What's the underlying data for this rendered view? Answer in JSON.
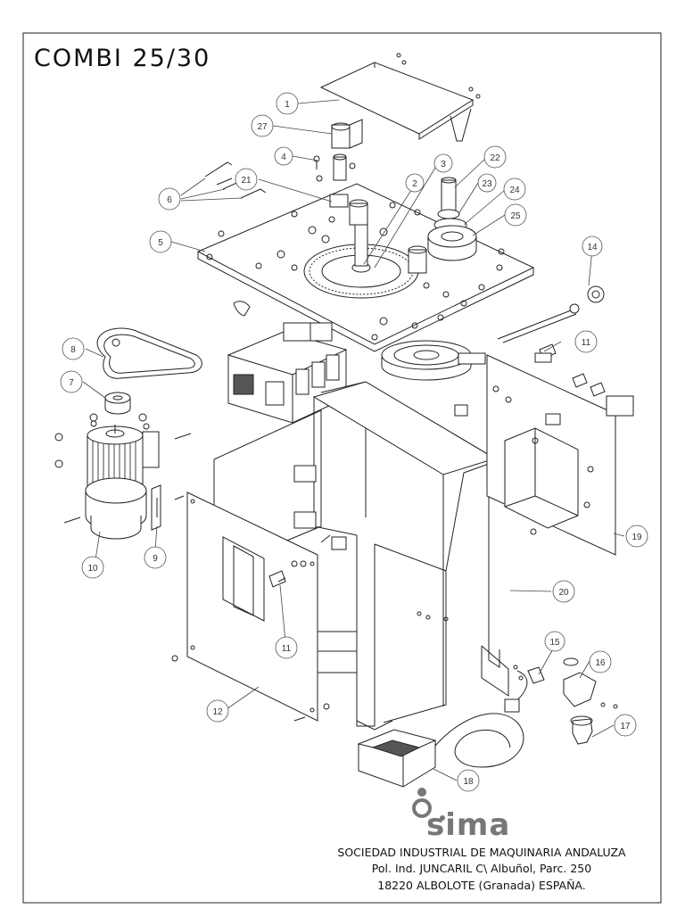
{
  "title": "COMBI 25/30",
  "brand": "sima",
  "company": {
    "name": "SOCIEDAD INDUSTRIAL DE MAQUINARIA ANDALUZA",
    "address1": "Pol. Ind. JUNCARIL C\\ Albuñol, Parc. 250",
    "address2": "18220 ALBOLOTE (Granada) ESPAÑA."
  },
  "parts": [
    "1",
    "2",
    "3",
    "4",
    "5",
    "6",
    "7",
    "8",
    "9",
    "10",
    "11",
    "11",
    "12",
    "14",
    "15",
    "16",
    "17",
    "18",
    "19",
    "20",
    "21",
    "22",
    "23",
    "24",
    "25",
    "27"
  ]
}
